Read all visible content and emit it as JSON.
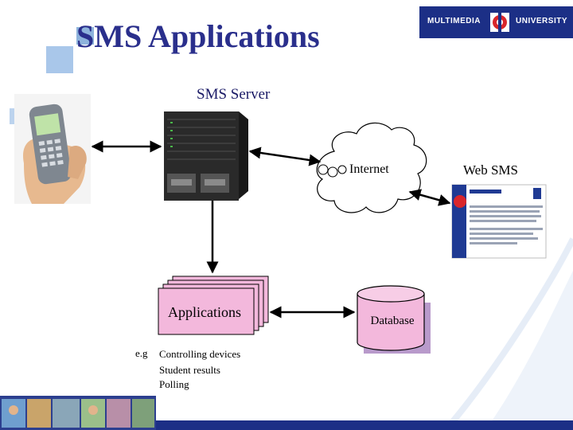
{
  "title": "SMS Applications",
  "logo": {
    "left": "MULTIMEDIA",
    "right": "UNIVERSITY"
  },
  "diagram": {
    "server_label": "SMS Server",
    "internet_label": "Internet",
    "web_sms_label": "Web SMS",
    "applications_label": "Applications",
    "database_label": "Database",
    "eg_label": "e.g",
    "examples": [
      "Controlling devices",
      "Student results",
      "Polling"
    ]
  },
  "colors": {
    "title": "#2a2f8c",
    "logo_bg": "#1c2f86",
    "applications_fill": "#f3b8dc",
    "database_fill": "#f3b8dc"
  }
}
